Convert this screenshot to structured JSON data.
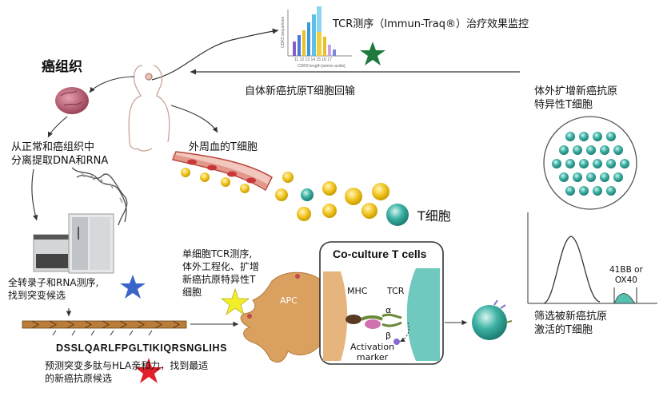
{
  "labels": {
    "tcr_monitor": "TCR测序（Immun-Traq®）治疗效果监控",
    "tumor_tissue": "癌组织",
    "reinfusion": "自体新癌抗原T细胞回输",
    "expand": "体外扩增新癌抗原\n特异性T细胞",
    "isolate": "从正常和癌组织中\n分离提取DNA和RNA",
    "pbmc": "外周血的T细胞",
    "t_cell": "T细胞",
    "sequencing": "全转录子和RNA测序,\n找到突变候选",
    "single_cell": "单细胞TCR测序,\n体外工程化、扩增\n新癌抗原特异性T\n细胞",
    "peptide_seq": "DSSLQARLFPGLTIKIQRSNGLIHS",
    "predict": "预测突变多肽与HLA亲和力，找到最适\n的新癌抗原候选",
    "screen": "筛选被新癌抗原\n激活的T细胞",
    "coculture": "Co-culture T cells",
    "apc": "APC",
    "mhc": "MHC",
    "tcr": "TCR",
    "alpha": "α",
    "beta": "β",
    "activation": "Activation\nmarker",
    "marker_41bb": "41BB or\nOX40",
    "mini_chart_y": "CDR3 sequences",
    "mini_chart_x": "CDR3 length [amino acids]",
    "mini_chart_ticks": "11 12 13 14 15 16 17"
  },
  "stars": {
    "green": "#1e7a3c",
    "blue": "#3a64c8",
    "yellow": "#f2ee2a",
    "red": "#e0202a"
  },
  "colors": {
    "teal": "#3fb3a6",
    "tan": "#d9a060",
    "vessel": "#b8453a",
    "bead": "#f3c623"
  }
}
